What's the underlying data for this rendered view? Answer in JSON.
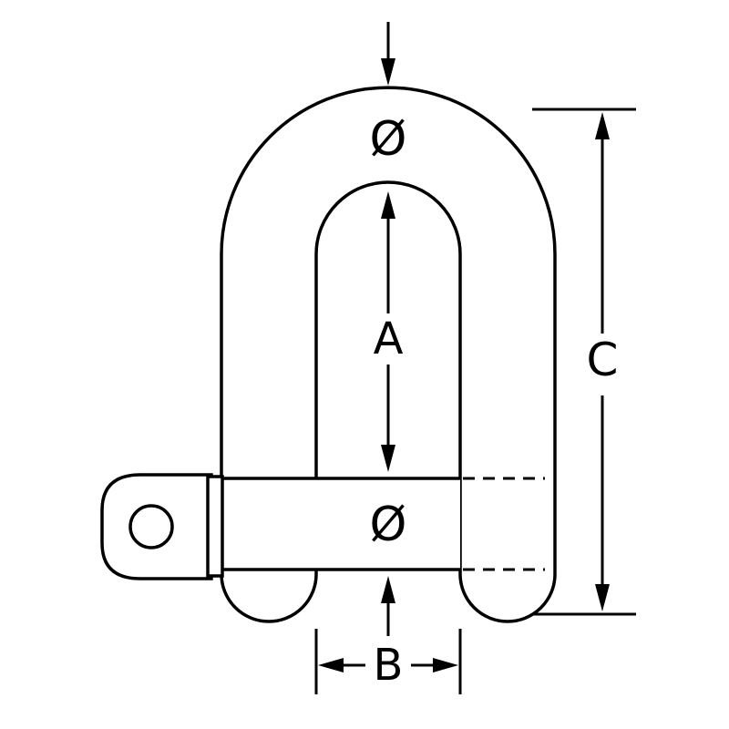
{
  "diagram": {
    "labels": {
      "bow_diameter": "Ø",
      "inside_length": "A",
      "pin_diameter": "Ø",
      "inside_width": "B",
      "overall_length": "C"
    },
    "colors": {
      "line": "#000000",
      "background": "#ffffff"
    }
  }
}
